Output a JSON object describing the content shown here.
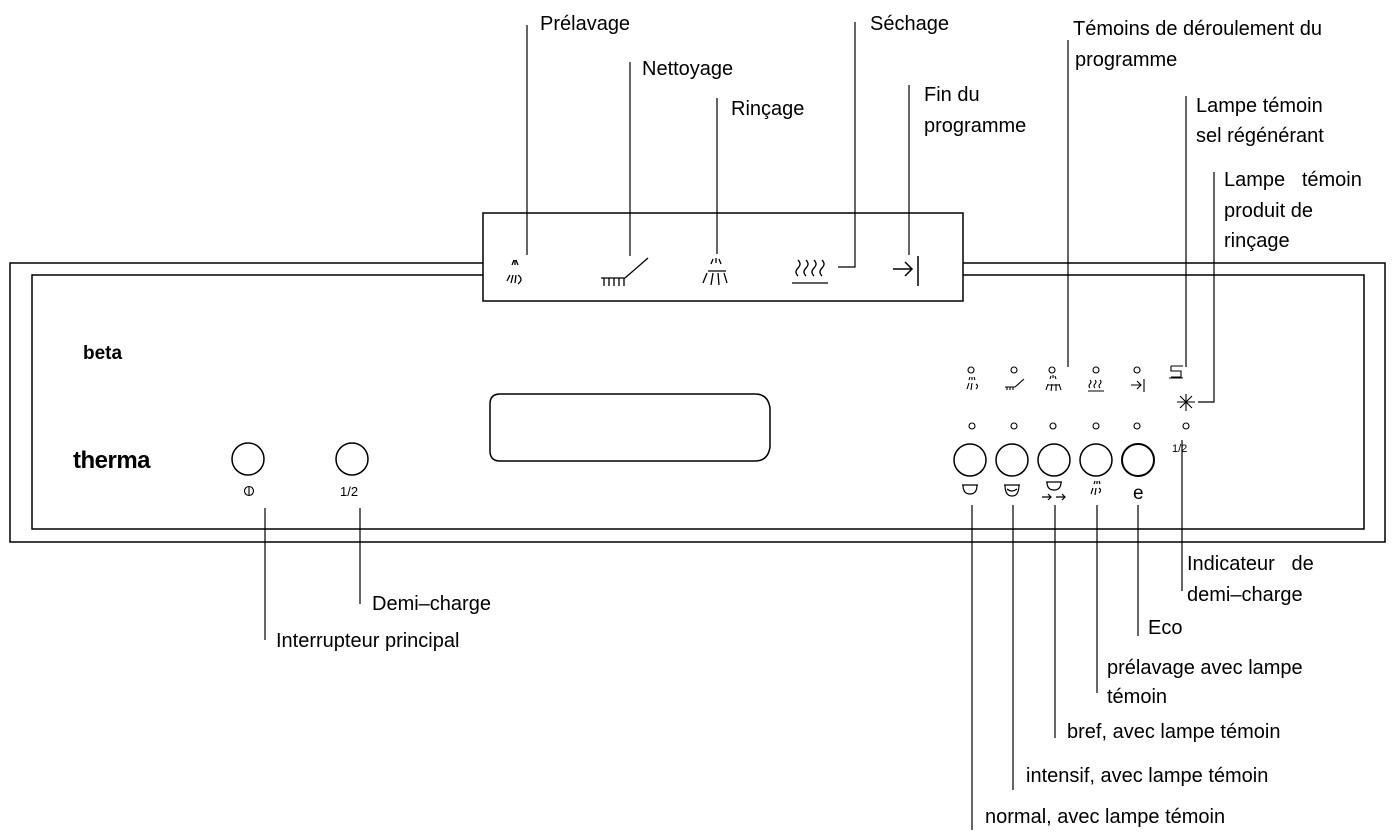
{
  "brand": {
    "model": "beta",
    "maker": "therma"
  },
  "top_labels": {
    "prelavage": "Prélavage",
    "nettoyage": "Nettoyage",
    "rincage": "Rinçage",
    "sechage": "Séchage",
    "fin_line1": "Fin du",
    "fin_line2": "programme",
    "temoins_line1": "Témoins de déroulement du",
    "temoins_line2": "programme",
    "sel_line1": "Lampe témoin",
    "sel_line2": "sel régénérant",
    "rincage_prod_line1": "Lampe   témoin",
    "rincage_prod_line2": "produit de",
    "rincage_prod_line3": "rinçage"
  },
  "buttons": {
    "main_switch_symbol": "⏻",
    "half_load_symbol": "1/2",
    "eco_symbol": "e",
    "half_indicator_symbol": "1/2"
  },
  "bottom_labels": {
    "demi_charge": "Demi–charge",
    "interrupteur": "Interrupteur principal",
    "indicateur_line1": "Indicateur   de",
    "indicateur_line2": "demi–charge",
    "eco": "Eco",
    "prelavage_lampe_line1": "prélavage avec lampe",
    "prelavage_lampe_line2": "témoin",
    "bref": "bref, avec lampe témoin",
    "intensif": "intensif, avec lampe témoin",
    "normal": "normal, avec lampe témoin"
  },
  "icons": {
    "display": [
      "prewash-icon",
      "wash-icon",
      "rinse-icon",
      "drying-icon",
      "end-arrow-icon"
    ],
    "indicators": [
      "prewash-icon",
      "wash-icon",
      "rinse-icon",
      "drying-icon",
      "end-arrow-icon",
      "salt-icon",
      "rinse-aid-icon"
    ],
    "program_buttons": [
      "normal-program-icon",
      "intensive-program-icon",
      "quick-program-icon",
      "prewash-icon"
    ]
  }
}
